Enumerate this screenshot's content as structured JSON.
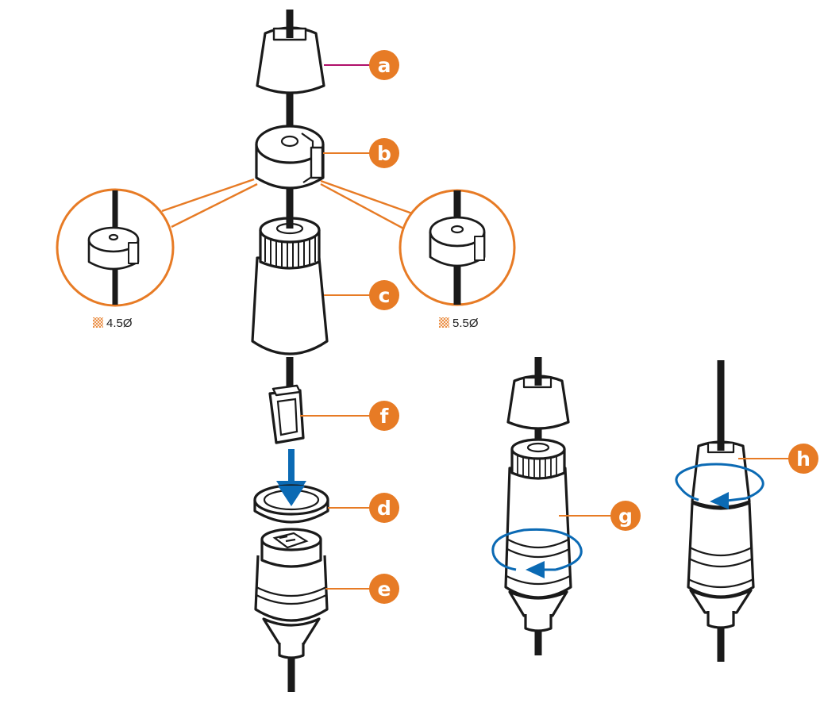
{
  "colors": {
    "accent": "#e77b25",
    "leader_a": "#b0106a",
    "arrow": "#0b6ab4",
    "line": "#1a1a1a"
  },
  "callouts": {
    "a": "a",
    "b": "b",
    "c": "c",
    "d": "d",
    "e": "e",
    "f": "f",
    "g": "g",
    "h": "h"
  },
  "sizes": {
    "small": "4.5Ø",
    "large": "5.5Ø"
  },
  "icons": {
    "size_marker": "pattern-square-icon",
    "insert_arrow": "arrow-down-icon",
    "rotate_g": "rotate-arrow-icon",
    "rotate_h": "rotate-arrow-icon"
  }
}
